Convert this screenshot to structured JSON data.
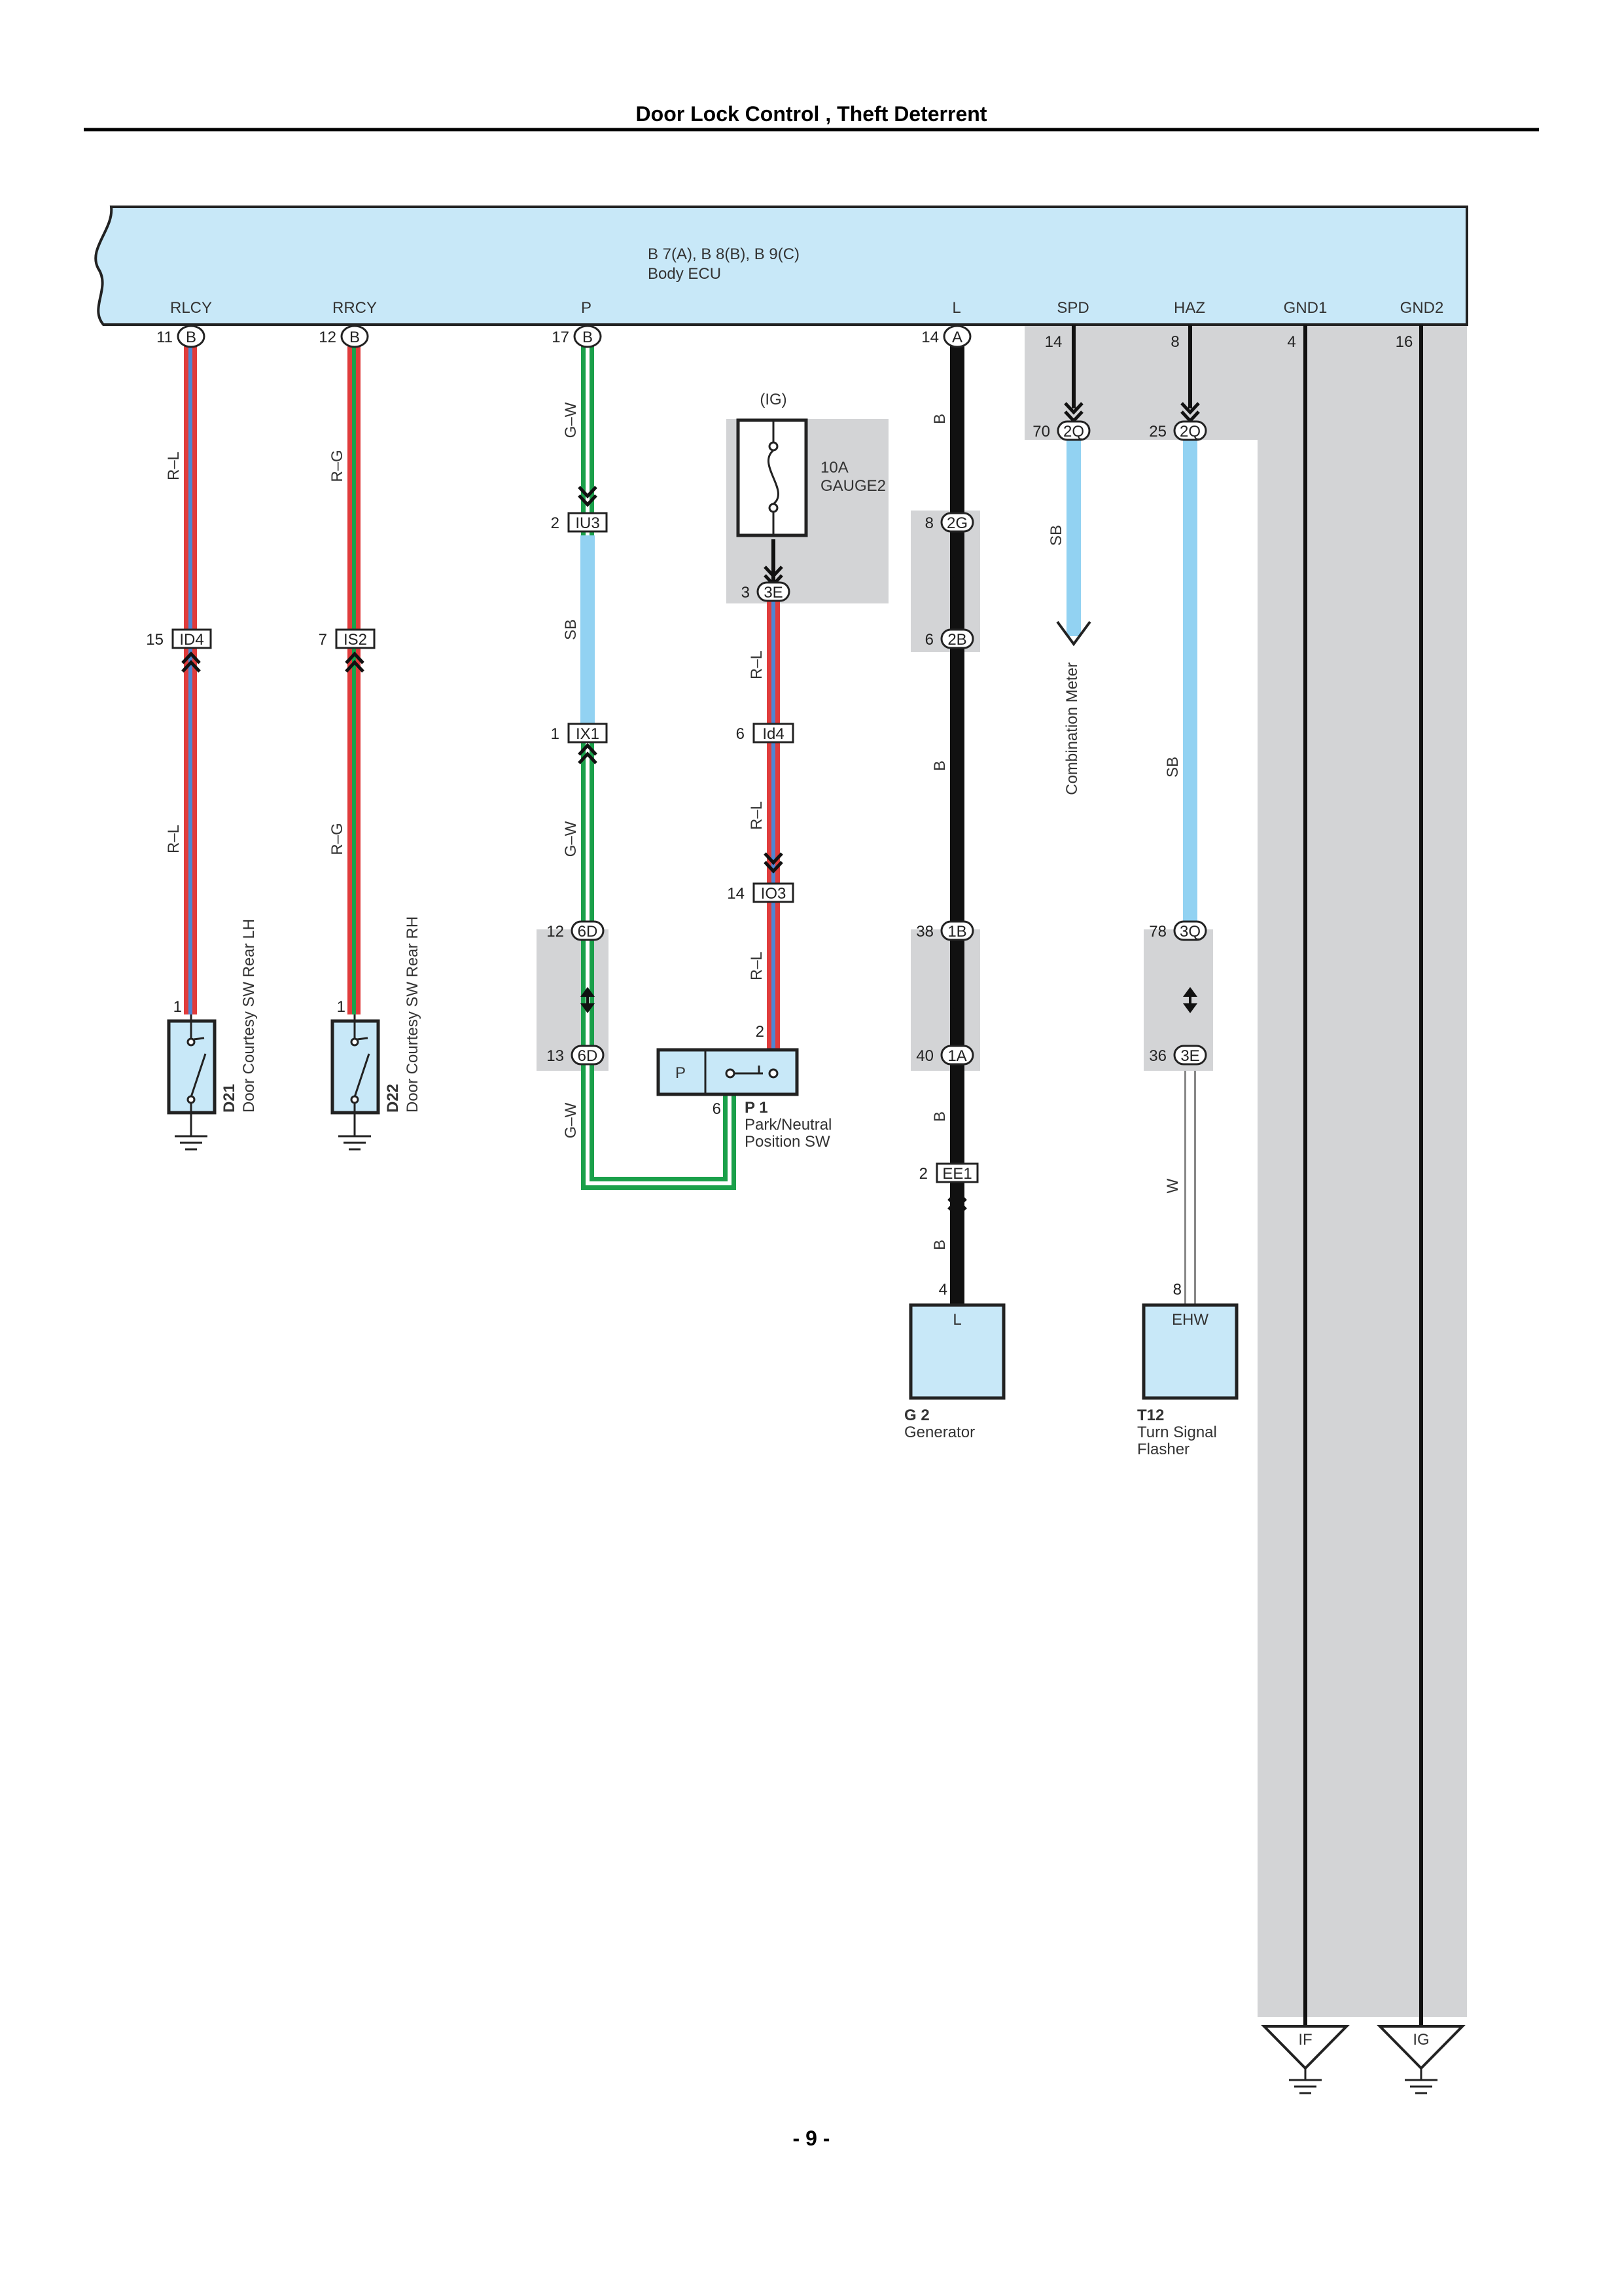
{
  "page": {
    "title": "Door Lock Control , Theft Deterrent",
    "page_number": "- 9 -"
  },
  "ecu": {
    "code": "B 7(A), B 8(B), B 9(C)",
    "name": "Body ECU",
    "terminals": [
      "RLCY",
      "RRCY",
      "P",
      "L",
      "SPD",
      "HAZ",
      "GND1",
      "GND2"
    ],
    "pins": {
      "rlcy": "11",
      "rrcy": "12",
      "p": "17",
      "l": "14",
      "spd": "14",
      "haz": "8",
      "gnd1": "4",
      "gnd2": "16"
    },
    "connector_b": "B",
    "connector_a": "A"
  },
  "wires": {
    "r_l": "R–L",
    "r_g": "R–G",
    "g_w": "G–W",
    "sb": "SB",
    "b": "B",
    "w": "W"
  },
  "fuse": {
    "supply": "(IG)",
    "rating": "10A",
    "name": "GAUGE2"
  },
  "connectors": {
    "id4": {
      "pin": "15",
      "label": "ID4"
    },
    "is2": {
      "pin": "7",
      "label": "IS2"
    },
    "iu3": {
      "pin": "2",
      "label": "IU3"
    },
    "ix1": {
      "pin": "1",
      "label": "IX1"
    },
    "j6d_top": {
      "pin": "12",
      "label": "6D"
    },
    "j6d_bot": {
      "pin": "13",
      "label": "6D"
    },
    "j3e_fuse": {
      "pin": "3",
      "label": "3E"
    },
    "id4_small": {
      "pin": "6",
      "label": "Id4"
    },
    "io3": {
      "pin": "14",
      "label": "IO3"
    },
    "j2g": {
      "pin": "8",
      "label": "2G"
    },
    "j2b": {
      "pin": "6",
      "label": "2B"
    },
    "j1b": {
      "pin": "38",
      "label": "1B"
    },
    "j1a": {
      "pin": "40",
      "label": "1A"
    },
    "ee1": {
      "pin": "2",
      "label": "EE1"
    },
    "j2q_spd": {
      "pin": "70",
      "label": "2Q"
    },
    "j2q_haz": {
      "pin": "25",
      "label": "2Q"
    },
    "j3q": {
      "pin": "78",
      "label": "3Q"
    },
    "j3e_haz": {
      "pin": "36",
      "label": "3E"
    }
  },
  "components": {
    "d21": {
      "code": "D21",
      "name": "Door Courtesy SW Rear LH",
      "pin": "1"
    },
    "d22": {
      "code": "D22",
      "name": "Door Courtesy SW Rear RH",
      "pin": "1"
    },
    "p1": {
      "code": "P 1",
      "name1": "Park/Neutral",
      "name2": "Position SW",
      "pin_in": "2",
      "pin_out": "6",
      "terminal": "P"
    },
    "g2": {
      "code": "G 2",
      "name": "Generator",
      "pin": "4",
      "terminal": "L"
    },
    "t12": {
      "code": "T12",
      "name1": "Turn Signal",
      "name2": "Flasher",
      "pin": "8",
      "terminal": "EHW"
    },
    "combination_meter": "Combination Meter"
  },
  "grounds": {
    "gnd1": "IF",
    "gnd2": "IG"
  },
  "colors": {
    "ecu_fill": "#c8e8f8",
    "shade": "#d3d4d6",
    "red": "#e03c3c",
    "blue": "#4e86d2",
    "green": "#1aa04a",
    "sky": "#92d2f2",
    "black": "#111111",
    "white_wire": "#ffffff"
  }
}
